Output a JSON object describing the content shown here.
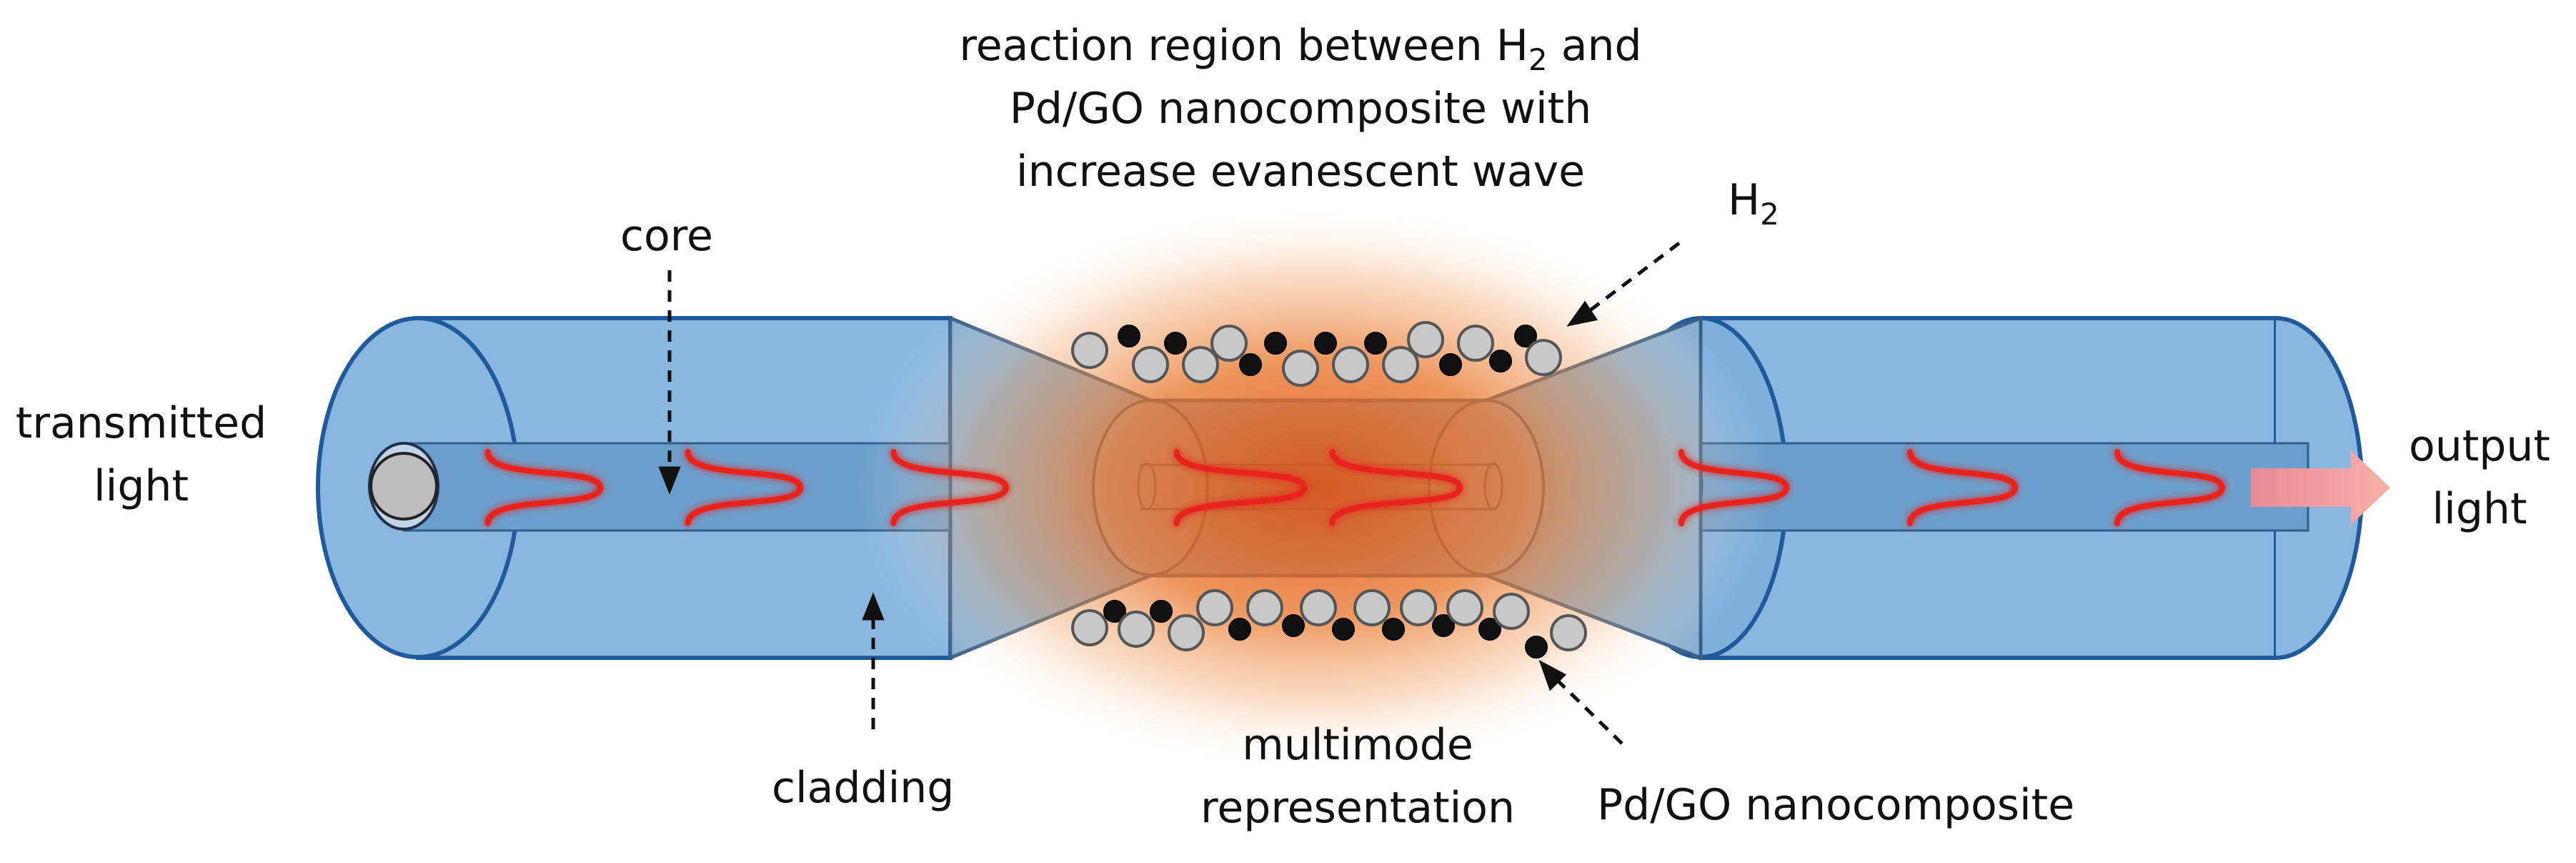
{
  "labels": {
    "transmitted_light": [
      "transmitted",
      "light"
    ],
    "core": "core",
    "cladding": "cladding",
    "reaction": {
      "line1_a": "reaction region between H",
      "line1_sub": "2",
      "line1_b": " and",
      "line2": "Pd/GO nanocomposite with",
      "line3": "increase evanescent wave"
    },
    "h2": {
      "main": "H",
      "sub": "2"
    },
    "output_light": [
      "output",
      "light"
    ],
    "multimode": [
      "multimode",
      "representation"
    ],
    "pd_go": "Pd/GO nanocomposite"
  },
  "colors": {
    "fiber_fill": "#8ab7df",
    "fiber_edge": "#1f5a9c",
    "core_fill": "#6d9fcc",
    "glow": "#e8742a",
    "wave": "#e8221c",
    "particle_gray": "#c8c8c8",
    "particle_black": "#111111",
    "arrow": "#f4a0a0"
  }
}
